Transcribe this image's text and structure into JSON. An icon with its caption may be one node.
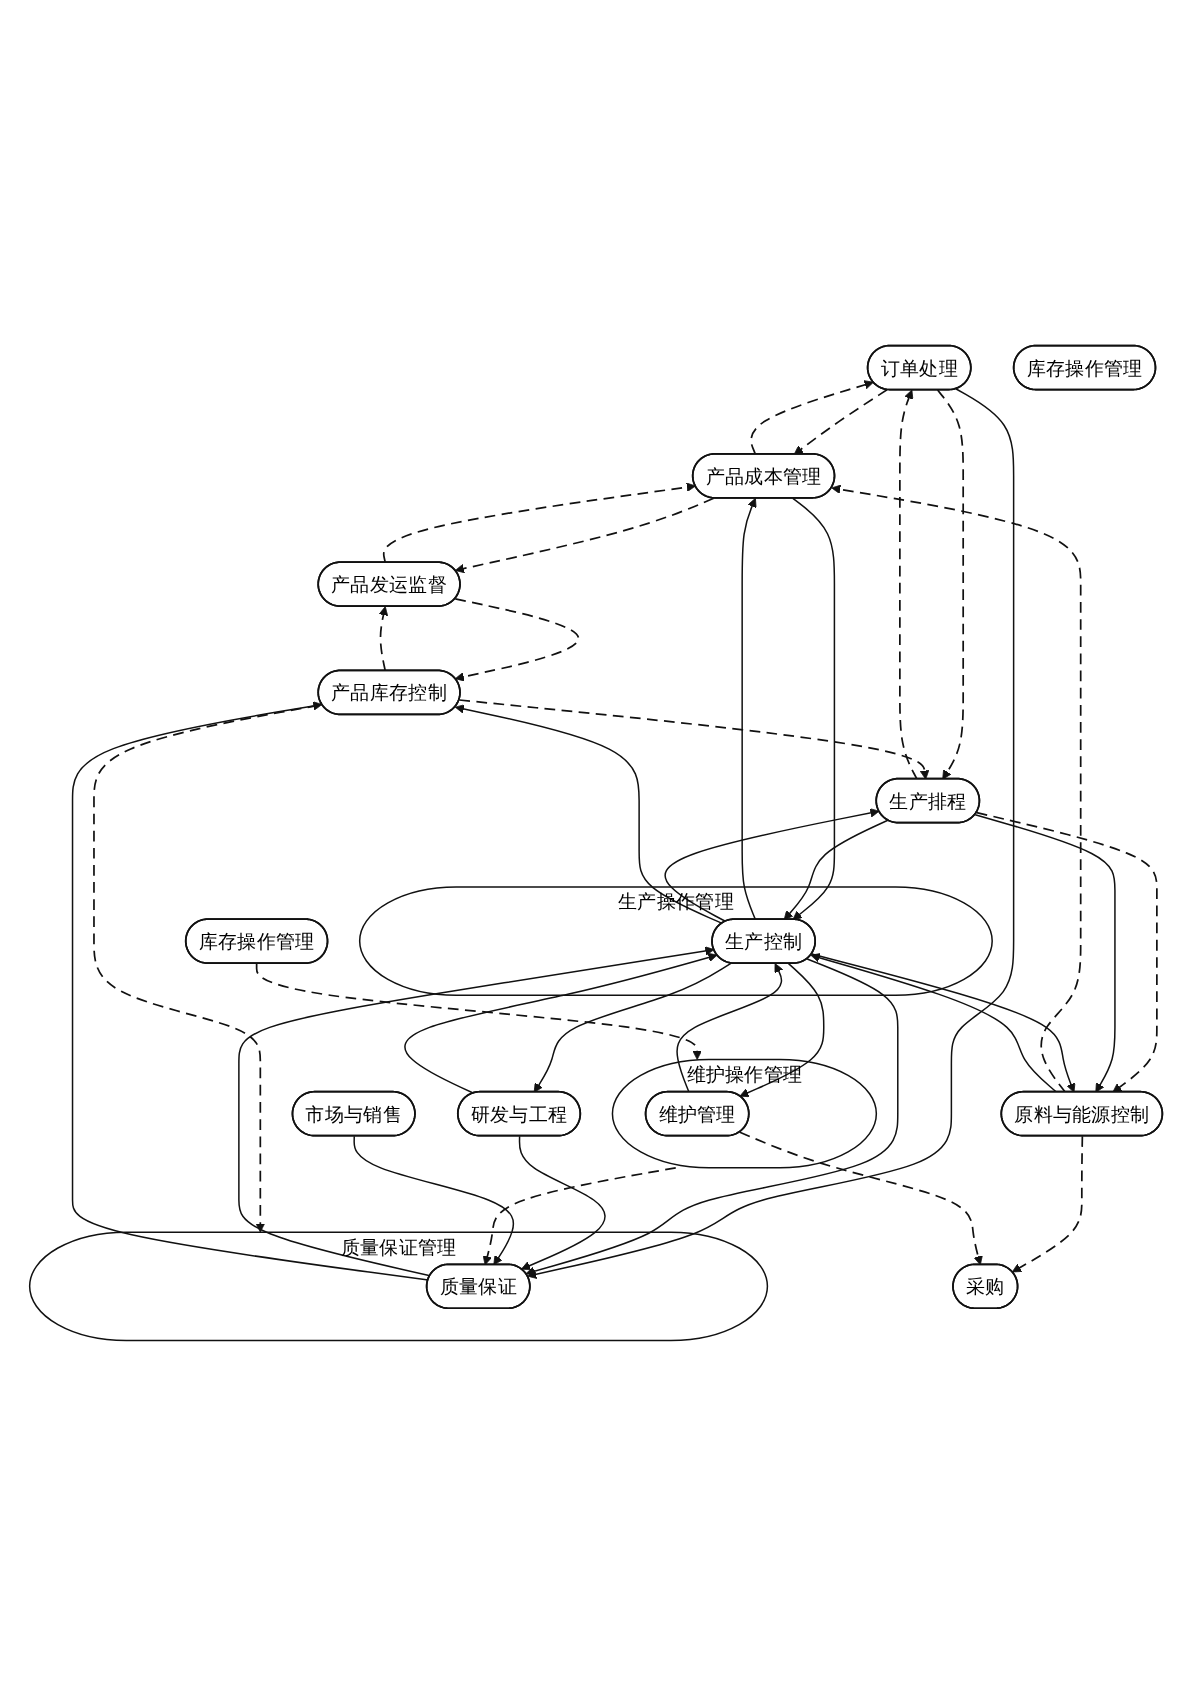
{
  "diagram": {
    "nodes": [
      {
        "text": [
          "订单处理"
        ]
      },
      {
        "text": [
          "产品成本管理"
        ]
      },
      {
        "text": [
          "产品发运监督"
        ]
      },
      {
        "text": [
          "生产排程"
        ]
      },
      {
        "text": [
          "生产操作管理"
        ]
      },
      {
        "text": [
          "生产控制"
        ],
        "in": 4
      },
      {
        "text": [
          "库存操作管理"
        ]
      },
      {
        "text": [
          "产品库存控制"
        ]
      },
      {
        "text": [
          "原料与能源控制"
        ]
      },
      {
        "text": [
          "库存操作管理"
        ]
      },
      {
        "text": [
          "维护操作管理"
        ]
      },
      {
        "text": [
          "维护管理"
        ],
        "in": 10
      },
      {
        "text": [
          "采购"
        ]
      },
      {
        "text": [
          "质量保证管理"
        ]
      },
      {
        "text": [
          "质量保证"
        ],
        "in": 13
      },
      {
        "text": [
          "市场与销售"
        ]
      },
      {
        "text": [
          "研发与工程"
        ]
      }
    ],
    "edges": [
      {
        "from": 8,
        "to": 1,
        "arrow": "to",
        "style": "dashed"
      },
      {
        "from": 0,
        "to": 1,
        "arrow": "to",
        "style": "dashed"
      },
      {
        "from": 1,
        "to": 0,
        "arrow": "to",
        "style": "dashed"
      },
      {
        "from": 1,
        "to": 2,
        "arrow": "to",
        "style": "dashed"
      },
      {
        "from": 2,
        "to": 1,
        "arrow": "to",
        "style": "dashed"
      },
      {
        "from": 0,
        "to": 3,
        "arrow": "to",
        "style": "dashed"
      },
      {
        "from": 3,
        "to": 0,
        "arrow": "to",
        "style": "dashed"
      },
      {
        "from": 0,
        "to": 14,
        "arrow": "to"
      },
      {
        "from": 5,
        "to": 1,
        "arrow": "to"
      },
      {
        "from": 1,
        "to": 5,
        "arrow": "to"
      },
      {
        "from": 7,
        "to": 2,
        "arrow": "to",
        "style": "dashed"
      },
      {
        "from": 2,
        "to": 7,
        "arrow": "to",
        "style": "dashed"
      },
      {
        "from": 3,
        "to": 5,
        "arrow": "to"
      },
      {
        "from": 5,
        "to": 3,
        "arrow": "to"
      },
      {
        "from": 3,
        "to": 8,
        "arrow": "to",
        "style": "dashed"
      },
      {
        "from": 3,
        "to": 8,
        "arrow": "to"
      },
      {
        "from": 5,
        "to": 8,
        "arrow": "to"
      },
      {
        "from": 8,
        "to": 5,
        "arrow": "to"
      },
      {
        "from": 5,
        "to": 7,
        "arrow": "to"
      },
      {
        "from": 8,
        "to": 12,
        "arrow": "to",
        "style": "dashed"
      },
      {
        "from": 11,
        "to": 12,
        "arrow": "to",
        "style": "dashed"
      },
      {
        "from": 5,
        "to": 11,
        "arrow": "to"
      },
      {
        "from": 11,
        "to": 5,
        "arrow": "to"
      },
      {
        "from": 5,
        "to": 14,
        "arrow": "to"
      },
      {
        "from": 14,
        "to": 5,
        "arrow": "to"
      },
      {
        "from": 16,
        "to": 5,
        "arrow": "to"
      },
      {
        "from": 5,
        "to": 16,
        "arrow": "to"
      },
      {
        "from": 16,
        "to": 14,
        "arrow": "to"
      },
      {
        "from": 15,
        "to": 14,
        "arrow": "to"
      },
      {
        "from": 14,
        "to": 7,
        "arrow": "to"
      },
      {
        "from": 9,
        "to": 10,
        "arrow": "to",
        "style": "dashed"
      },
      {
        "from": 10,
        "to": 14,
        "arrow": "to",
        "style": "dashed"
      },
      {
        "from": 7,
        "to": 13,
        "arrow": "to",
        "style": "dashed"
      },
      {
        "from": 7,
        "to": 3,
        "arrow": "to",
        "style": "dashed"
      }
    ]
  }
}
